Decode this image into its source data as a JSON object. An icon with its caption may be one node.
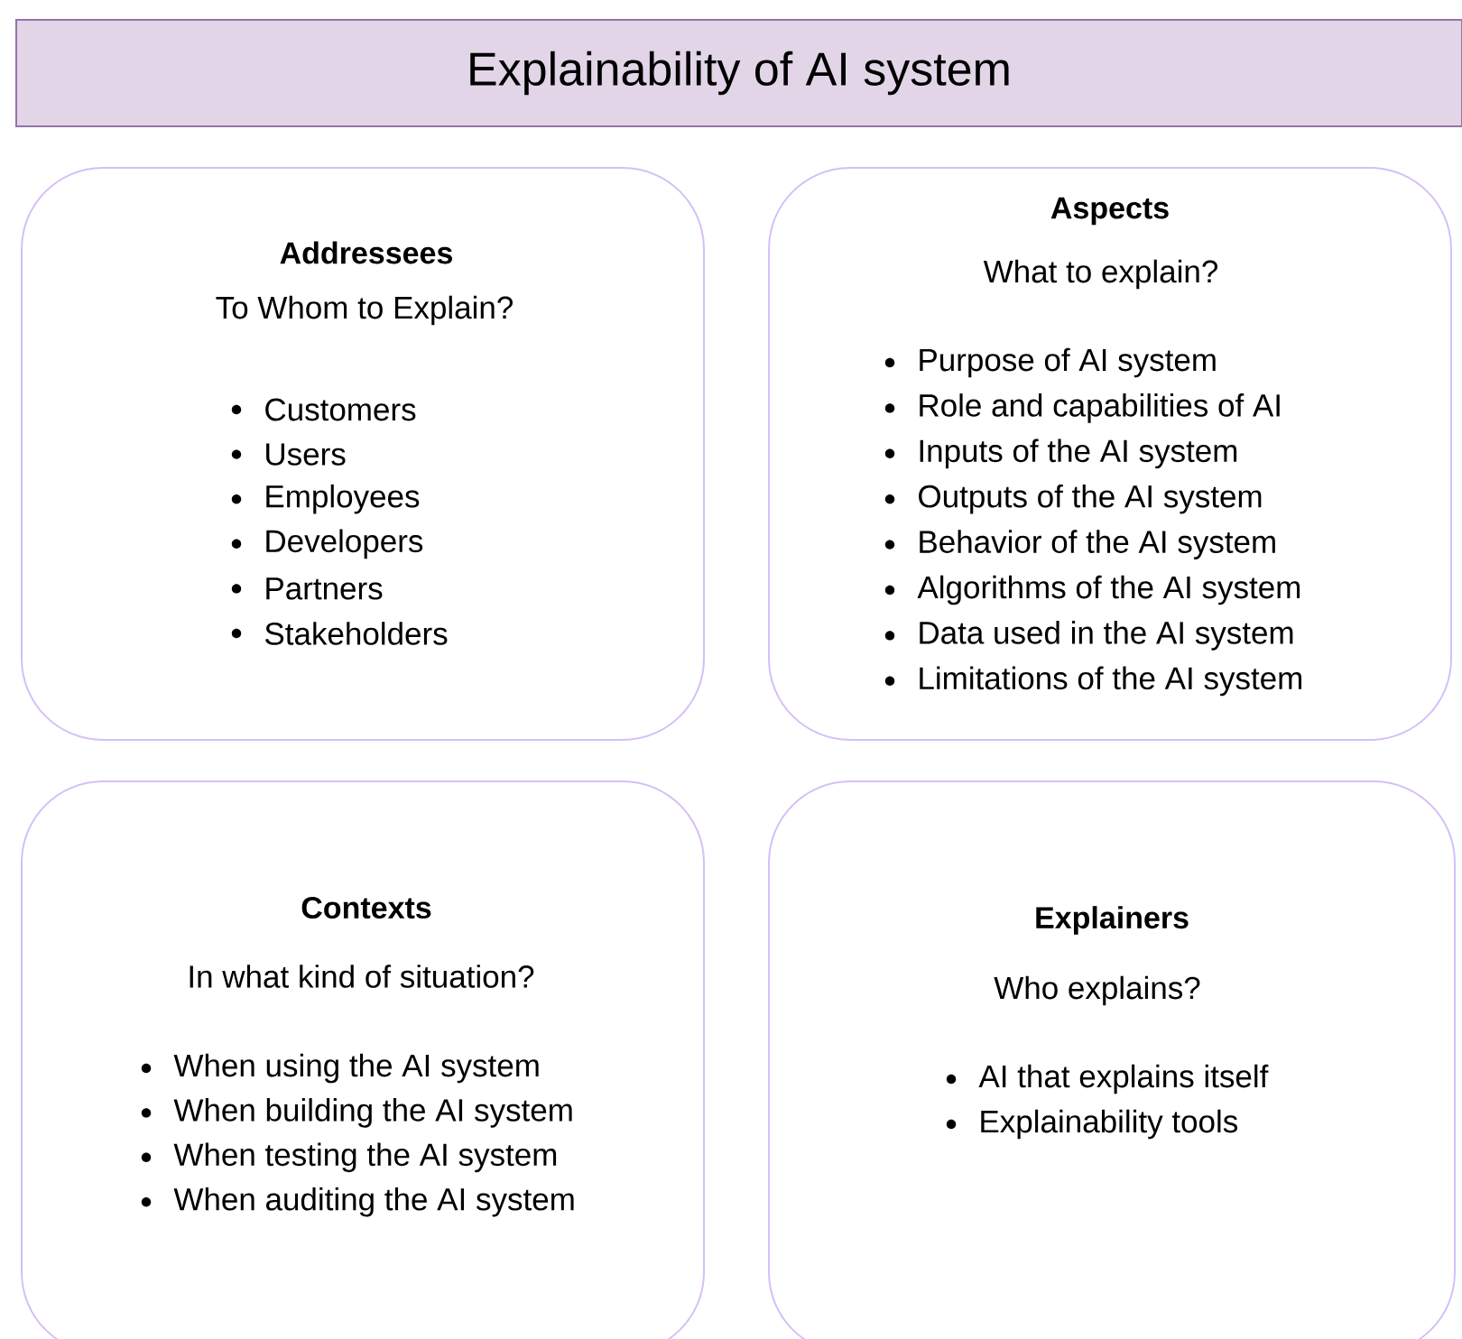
{
  "diagram": {
    "title": "Explainability of AI system",
    "nodes": [
      {
        "text": [
          "Addressees",
          "To Whom to Explain?",
          "Customers",
          "Users",
          "Employees",
          "Developers",
          "Partners",
          "Stakeholders"
        ]
      },
      {
        "text": [
          "Aspects",
          "What to explain?",
          "Purpose of AI system",
          "Role and capabilities of AI",
          "Inputs of the AI system",
          "Outputs of the AI system",
          "Behavior  of the AI system",
          "Algorithms of the AI system",
          "Data used in the AI system",
          "Limitations of the AI system"
        ]
      },
      {
        "text": [
          "Contexts",
          "In what kind of situation?",
          "When using the AI system",
          "When building the AI system",
          "When testing the AI system",
          "When auditing the AI system"
        ]
      },
      {
        "text": [
          "Explainers",
          "Who explains?",
          "AI that explains itself",
          "Explainability tools"
        ]
      }
    ]
  }
}
